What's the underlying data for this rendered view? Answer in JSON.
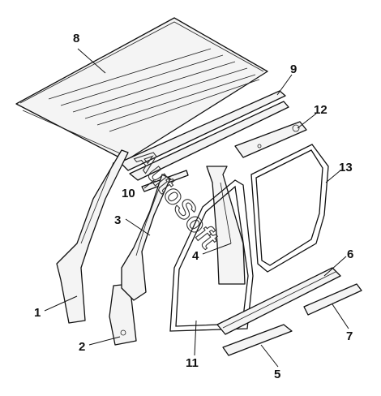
{
  "callouts": [
    "1",
    "2",
    "3",
    "4",
    "5",
    "6",
    "7",
    "8",
    "9",
    "10",
    "11",
    "12",
    "13"
  ],
  "watermark": "AutoSoft"
}
